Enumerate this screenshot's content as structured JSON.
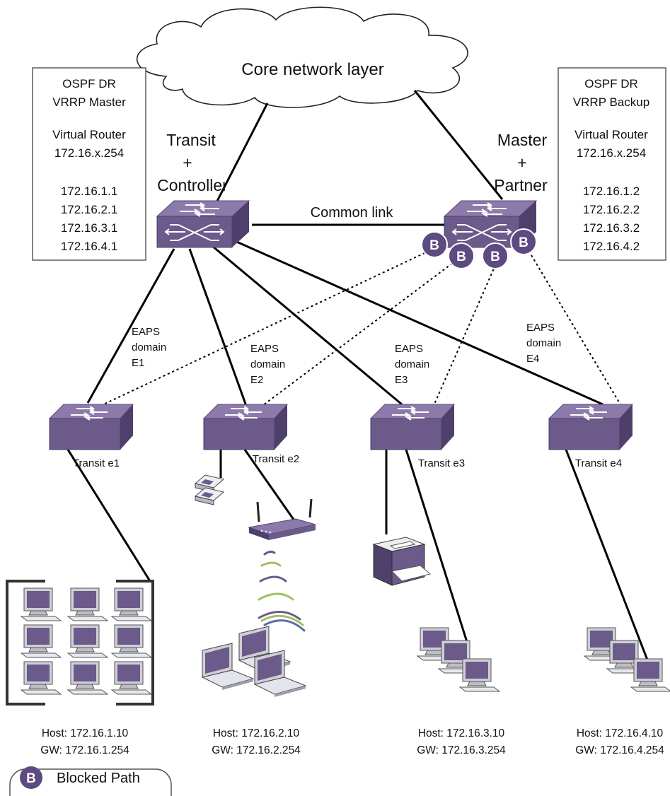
{
  "cloud": {
    "label": "Core network layer"
  },
  "left_router_box": {
    "lines": [
      "OSPF DR",
      "VRRP Master",
      "",
      "Virtual Router",
      "172.16.x.254",
      "",
      "172.16.1.1",
      "172.16.2.1",
      "172.16.3.1",
      "172.16.4.1"
    ]
  },
  "right_router_box": {
    "lines": [
      "OSPF DR",
      "VRRP Backup",
      "",
      "Virtual Router",
      "172.16.x.254",
      "",
      "172.16.1.2",
      "172.16.2.2",
      "172.16.3.2",
      "172.16.4.2"
    ]
  },
  "controller": {
    "lines": [
      "Transit",
      "+",
      "Controller"
    ]
  },
  "partner": {
    "lines": [
      "Master",
      "+",
      "Partner"
    ]
  },
  "common_link": {
    "label": "Common link"
  },
  "blocked_badge": {
    "letter": "B"
  },
  "domains": [
    {
      "lines": [
        "EAPS",
        "domain",
        "E1"
      ]
    },
    {
      "lines": [
        "EAPS",
        "domain",
        "E2"
      ]
    },
    {
      "lines": [
        "EAPS",
        "domain",
        "E3"
      ]
    },
    {
      "lines": [
        "EAPS",
        "domain",
        "E4"
      ]
    }
  ],
  "transit_switches": [
    {
      "label": "Transit e1"
    },
    {
      "label": "Transit e2"
    },
    {
      "label": "Transit e3"
    },
    {
      "label": "Transit e4"
    }
  ],
  "hosts": [
    {
      "host": "Host: 172.16.1.10",
      "gw": "GW: 172.16.1.254"
    },
    {
      "host": "Host: 172.16.2.10",
      "gw": "GW: 172.16.2.254"
    },
    {
      "host": "Host: 172.16.3.10",
      "gw": "GW: 172.16.3.254"
    },
    {
      "host": "Host: 172.16.4.10",
      "gw": "GW: 172.16.4.254"
    }
  ],
  "legend": {
    "badge": "B",
    "label": "Blocked Path"
  },
  "colors": {
    "device": "#6b5a8a",
    "device_top": "#8a79a8",
    "device_dark": "#4e3f6b",
    "line": "#000000",
    "badge": "#5d4a80"
  }
}
